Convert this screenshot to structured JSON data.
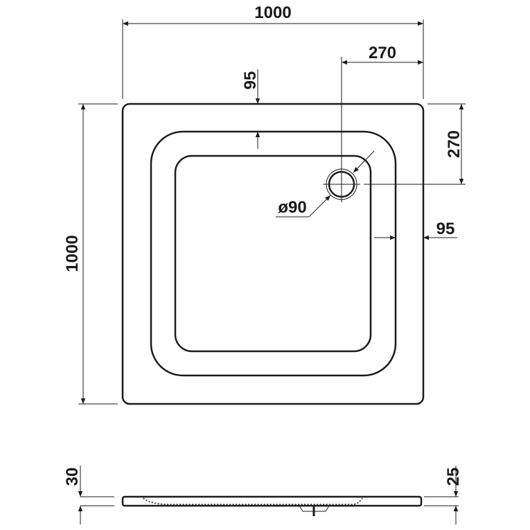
{
  "drawing": {
    "plan_view": {
      "overall_width": "1000",
      "overall_depth": "1000",
      "drain_offset_x": "270",
      "drain_offset_y": "270",
      "rim_width_top": "95",
      "rim_width_right": "95",
      "drain_diameter": "ø90"
    },
    "side_view": {
      "height_left": "30",
      "height_right": "25"
    },
    "line_color": "#1a1a1a"
  }
}
